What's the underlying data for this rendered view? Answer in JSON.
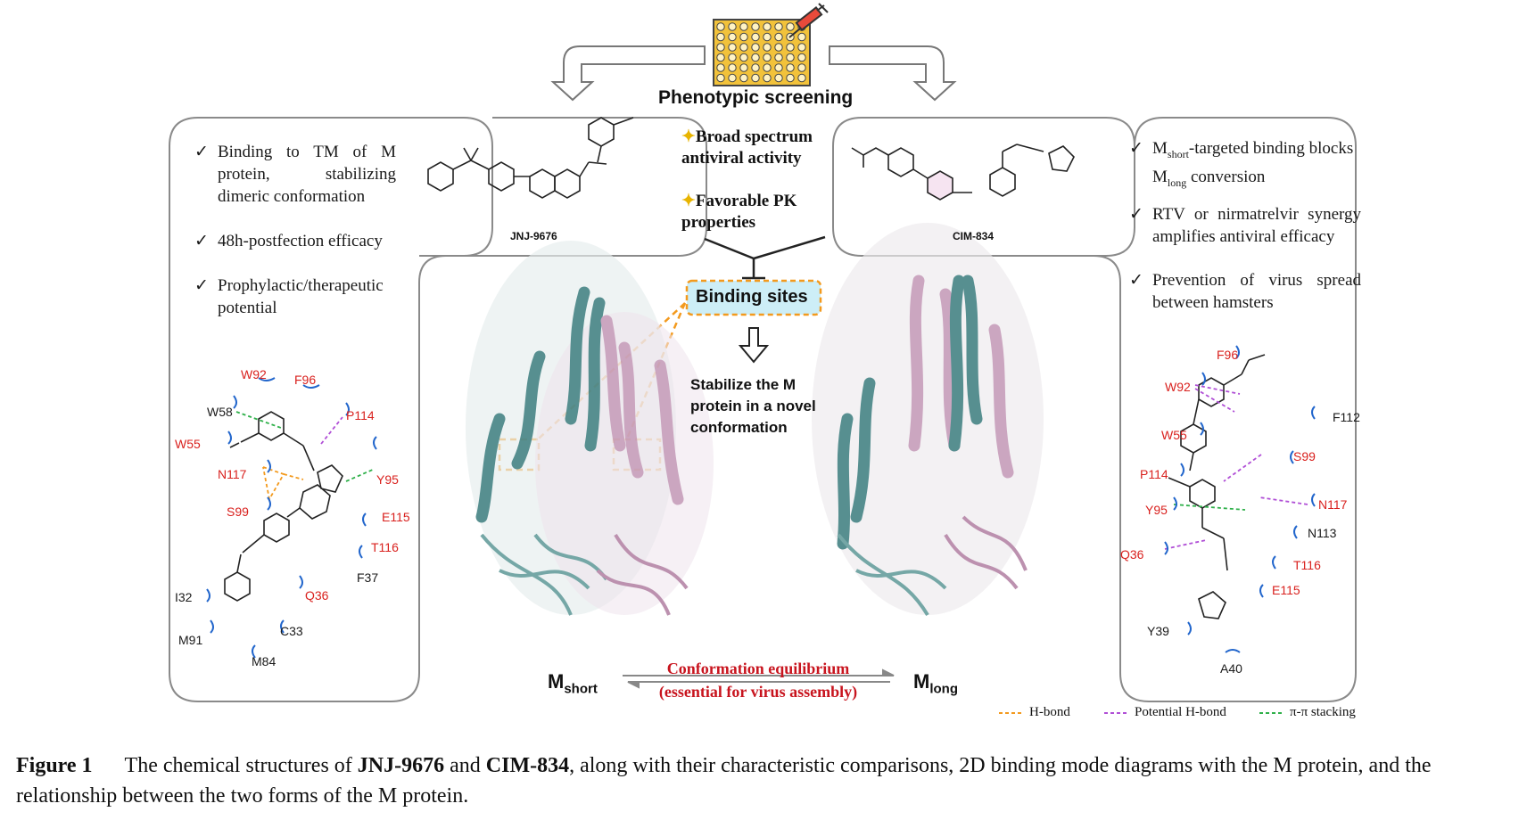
{
  "header": {
    "screening_label": "Phenotypic screening"
  },
  "left_panel": {
    "bullets": [
      "Binding to TM of M protein, stabilizing dimeric conformation",
      "48h-postfection efficacy",
      "Prophylactic/therapeutic potential"
    ],
    "compound_name": "JNJ-9676",
    "residues_red": [
      "W92",
      "F96",
      "P114",
      "W55",
      "N117",
      "Y95",
      "S99",
      "E115",
      "T116",
      "Q36"
    ],
    "residues_black": [
      "W58",
      "F37",
      "I32",
      "C33",
      "M91",
      "M84"
    ]
  },
  "right_panel": {
    "bullet1_prefix": "M",
    "bullet1_sub1": "short",
    "bullet1_mid": "-targeted binding blocks M",
    "bullet1_sub2": "long",
    "bullet1_suffix": " conversion",
    "bullets": [
      "RTV or nirmatrelvir synergy amplifies antiviral efficacy",
      "Prevention of virus spread between hamsters"
    ],
    "compound_name": "CIM-834",
    "residues_red": [
      "F96",
      "W92",
      "W55",
      "S99",
      "P114",
      "N117",
      "Y95",
      "T116",
      "Q36",
      "E115"
    ],
    "residues_black": [
      "F112",
      "N113",
      "Y39",
      "A40"
    ]
  },
  "center": {
    "feature1": "Broad spectrum antiviral activity",
    "feature2": "Favorable PK properties",
    "binding_sites": "Binding sites",
    "stabilize_text": "Stabilize the M protein in a novel conformation",
    "m_short_main": "M",
    "m_short_sub": "short",
    "m_long_main": "M",
    "m_long_sub": "long",
    "equilibrium_line1": "Conformation equilibrium",
    "equilibrium_line2": "(essential for virus assembly)"
  },
  "legend": {
    "items": [
      {
        "label": "H-bond",
        "color": "#f39a1e"
      },
      {
        "label": "Potential H-bond",
        "color": "#b04fd6"
      },
      {
        "label": "π-π stacking",
        "color": "#2fb04a"
      }
    ]
  },
  "caption": {
    "figure_label": "Figure 1",
    "part1": "The chemical structures of ",
    "bold1": "JNJ-9676",
    "part2": " and ",
    "bold2": "CIM-834",
    "part3": ", along with their characteristic comparisons, 2D binding mode diagrams with the M protein, and the relationship between the two forms of the M protein."
  },
  "colors": {
    "accent_red": "#c8141e",
    "teal_protein": "#4f8a8b",
    "pink_protein": "#c9a2bd",
    "binding_box_fill": "#cdeef7",
    "binding_box_border": "#f39a1e"
  }
}
